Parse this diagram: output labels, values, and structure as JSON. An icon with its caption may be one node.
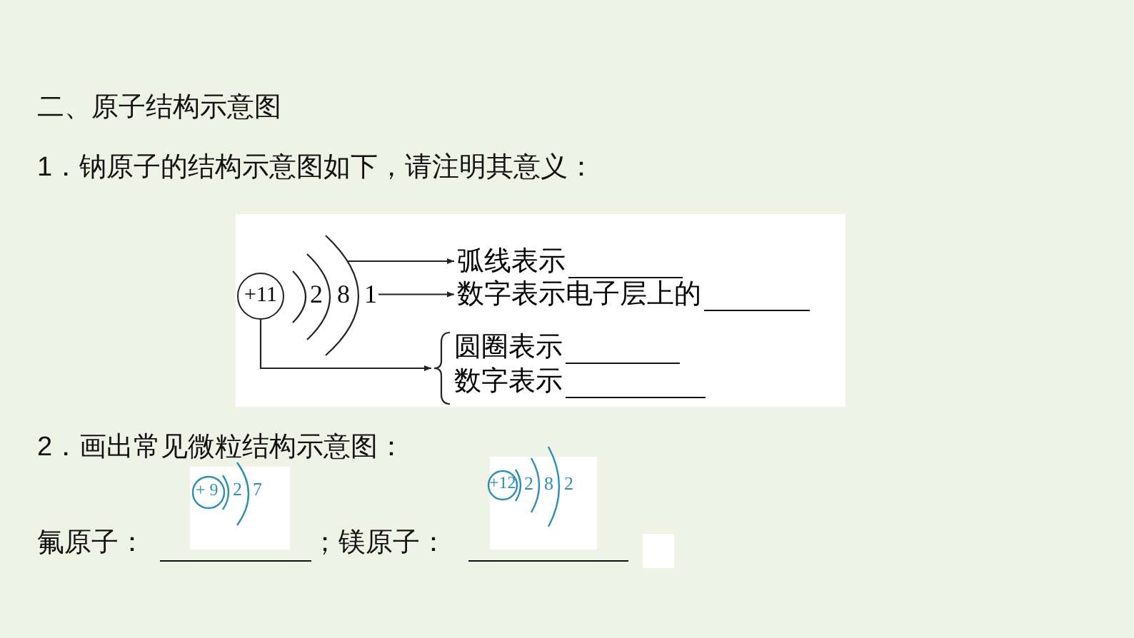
{
  "diagram": {
    "nodes": [
      {
        "text": [
          "+11"
        ]
      },
      {
        "text": [],
        "shape": "arc"
      },
      {
        "text": [
          "1"
        ]
      },
      {
        "text": [
          "弧线表示"
        ]
      },
      {
        "text": [
          "数字表示电子层上的"
        ]
      },
      {
        "text": [],
        "shape": "brace"
      },
      {
        "text": [
          "圆圈表示"
        ]
      },
      {
        "text": [
          "数字表示"
        ]
      }
    ],
    "edges": [
      {
        "from": 1,
        "to": 3,
        "arrow": "to"
      },
      {
        "from": 2,
        "to": 4,
        "arrow": "to"
      },
      {
        "from": 0,
        "to": 5,
        "arrow": "to"
      }
    ],
    "labels": [
      "二、原子结构示意图",
      "1．钠原子的结构示意图如下，请注明其意义：",
      "2",
      "8",
      "2．画出常见微粒结构示意图：",
      "+ 9",
      "2",
      "7",
      "+12",
      "2",
      "8",
      "2",
      "氟原子：",
      "；镁原子："
    ]
  }
}
